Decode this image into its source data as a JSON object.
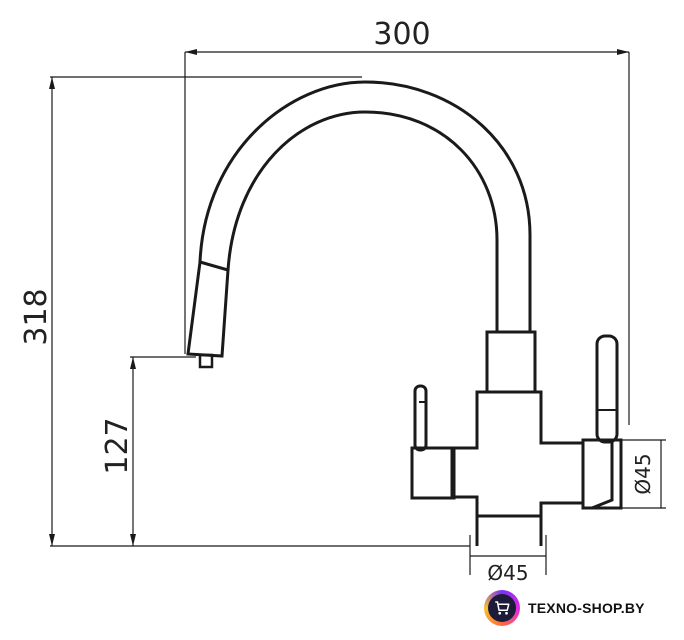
{
  "dimensions": {
    "width_label": "300",
    "height_label": "318",
    "spout_height_label": "127",
    "base_diameter_label": "Ø45",
    "side_diameter_label": "Ø45"
  },
  "brand": {
    "name": "TEXNO-SHOP.BY",
    "icon": "cart-icon"
  }
}
